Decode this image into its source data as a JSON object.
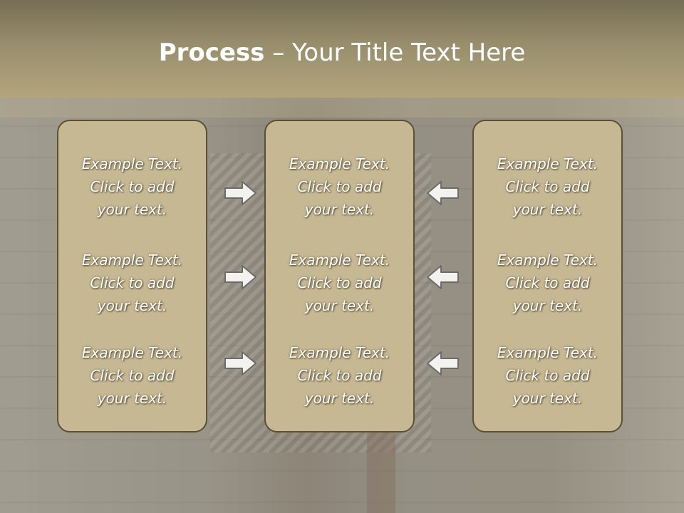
{
  "slide": {
    "title_bold": "Process",
    "title_rest": " – Your Title Text Here"
  },
  "columns": [
    {
      "items": [
        [
          "Example Text.",
          "Click  to add",
          "your text."
        ],
        [
          "Example Text.",
          "Click  to add",
          "your text."
        ],
        [
          "Example Text.",
          "Click  to add",
          "your text."
        ]
      ]
    },
    {
      "items": [
        [
          "Example Text.",
          "Click  to add",
          "your text."
        ],
        [
          "Example Text.",
          "Click  to add",
          "your text."
        ],
        [
          "Example Text.",
          "Click  to add",
          "your text."
        ]
      ]
    },
    {
      "items": [
        [
          "Example Text.",
          "Click  to add",
          "your text."
        ],
        [
          "Example Text.",
          "Click  to add",
          "your text."
        ],
        [
          "Example Text.",
          "Click  to add",
          "your text."
        ]
      ]
    }
  ],
  "arrows": {
    "left_group": "arrow-right-icon",
    "right_group": "arrow-left-icon"
  },
  "colors": {
    "header": "#988e6c",
    "box_fill": "#c6b892",
    "box_border": "#5b5035",
    "text": "#ffffff"
  }
}
